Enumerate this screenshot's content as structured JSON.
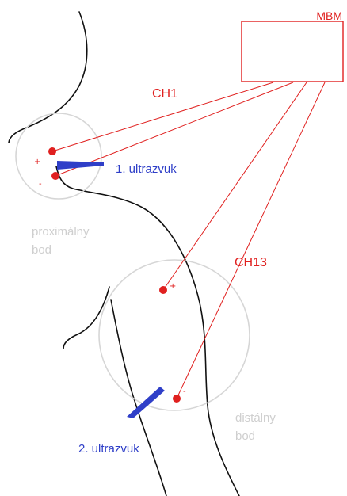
{
  "device": {
    "label": "MBM"
  },
  "channels": {
    "ch1": "CH1",
    "ch13": "CH13"
  },
  "probes": {
    "first": "1. ultrazvuk",
    "second": "2. ultrazvuk"
  },
  "points": {
    "proximal": [
      "proximálny",
      "bod"
    ],
    "distal": [
      "distálny",
      "bod"
    ]
  },
  "polarity": {
    "plus": "+",
    "minus": "-"
  },
  "colors": {
    "wire": "#e0201f",
    "probe": "#2f3fc8",
    "region": "#d6d6d6",
    "outline": "#111111"
  }
}
